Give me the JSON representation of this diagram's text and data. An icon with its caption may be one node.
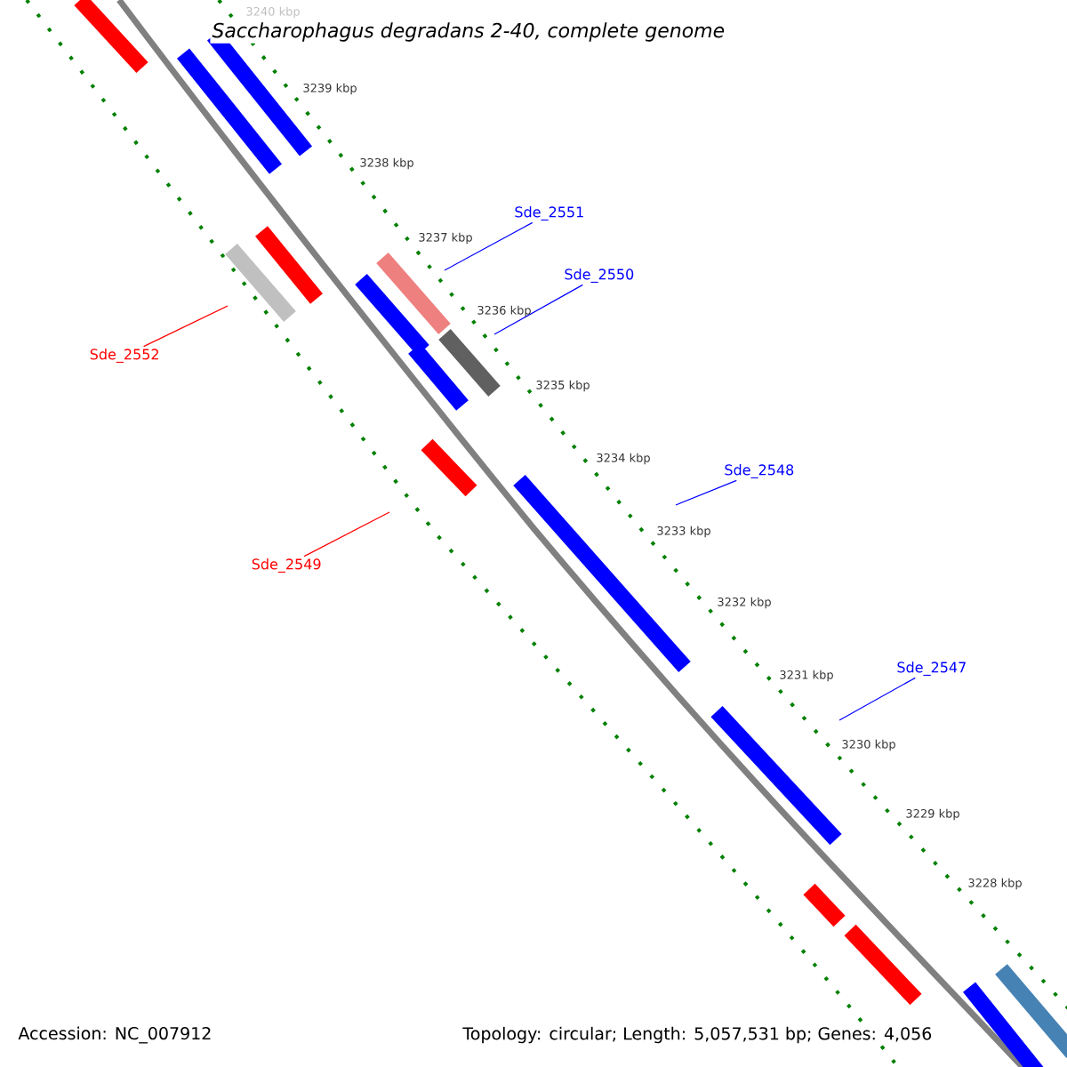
{
  "diagram": {
    "title": "Saccharophagus degradans 2-40, complete genome",
    "nodes": [
      {
        "text": [
          "Sde_2551"
        ]
      },
      {
        "text": [
          "Sde_2550"
        ]
      },
      {
        "text": [
          "Sde_2552"
        ]
      },
      {
        "text": [
          "Sde_2548"
        ]
      },
      {
        "text": [
          "Sde_2549"
        ]
      },
      {
        "text": [
          "Sde_2547"
        ]
      }
    ],
    "edges": [
      {
        "from": 0,
        "to": null,
        "arrow": "none"
      },
      {
        "from": 1,
        "to": null,
        "arrow": "none"
      },
      {
        "from": 2,
        "to": null,
        "arrow": "none",
        "color": "#ff0000"
      },
      {
        "from": 3,
        "to": null,
        "arrow": "none"
      },
      {
        "from": 4,
        "to": null,
        "arrow": "none",
        "color": "#ff0000"
      },
      {
        "from": 5,
        "to": null,
        "arrow": "none"
      }
    ],
    "labels": [
      "3240 kbp",
      "3239 kbp",
      "3238 kbp",
      "3237 kbp",
      "3236 kbp",
      "3235 kbp",
      "3234 kbp",
      "3233 kbp",
      "3232 kbp",
      "3231 kbp",
      "3230 kbp",
      "3229 kbp",
      "3228 kbp",
      "Accession: NC_007912",
      "Topology: circular; Length: 5,057,531 bp; Genes: 4,056"
    ]
  }
}
